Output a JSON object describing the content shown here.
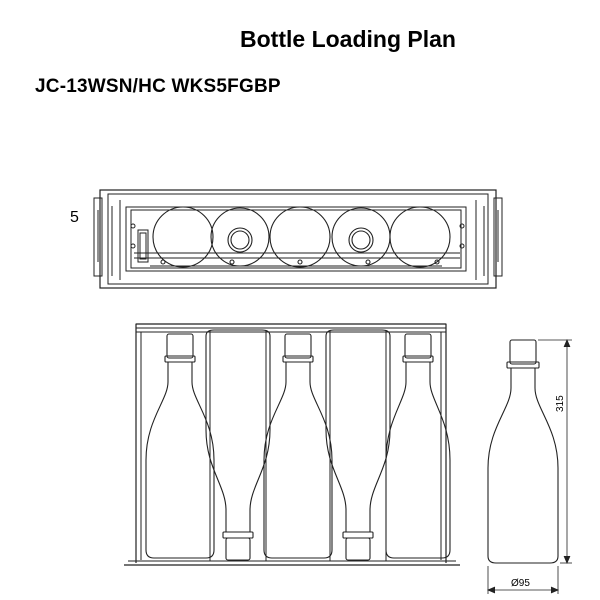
{
  "title": "Bottle Loading Plan",
  "model": "JC-13WSN/HC WKS5FGBP",
  "shelf_count_label": "5",
  "dimensions": {
    "height": "315",
    "diameter": "Ø95"
  }
}
